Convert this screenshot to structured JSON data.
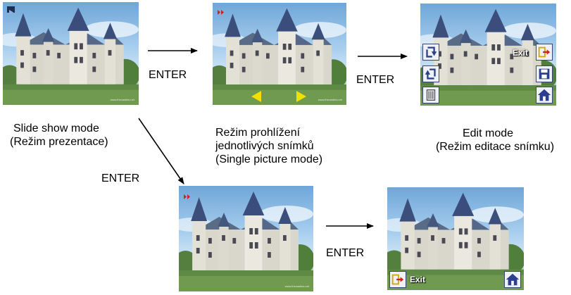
{
  "flow": {
    "enter_label": "ENTER",
    "slide_show": {
      "caption_line1": "Slide show mode",
      "caption_line2": "(Režim prezentace)"
    },
    "single_picture": {
      "caption_line1": "Režim prohlížení",
      "caption_line2": "jednotlivých snímků",
      "caption_line3": "(Single picture mode)"
    },
    "edit": {
      "caption_line1": "Edit mode",
      "caption_line2": "(Režim editace snímku)",
      "exit_label": "Exit"
    },
    "bottom_edit": {
      "exit_label": "Exit"
    }
  },
  "colors": {
    "nav_arrow": "#f2e000",
    "mode_icon": "#d42020",
    "button_border": "#3a4470",
    "icon_blue": "#2c3f8f"
  },
  "icons": [
    "slideshow-mode-icon",
    "single-picture-mode-icon",
    "rotate-left-icon",
    "rotate-right-icon",
    "delete-icon",
    "exit-icon",
    "save-icon",
    "home-icon"
  ]
}
